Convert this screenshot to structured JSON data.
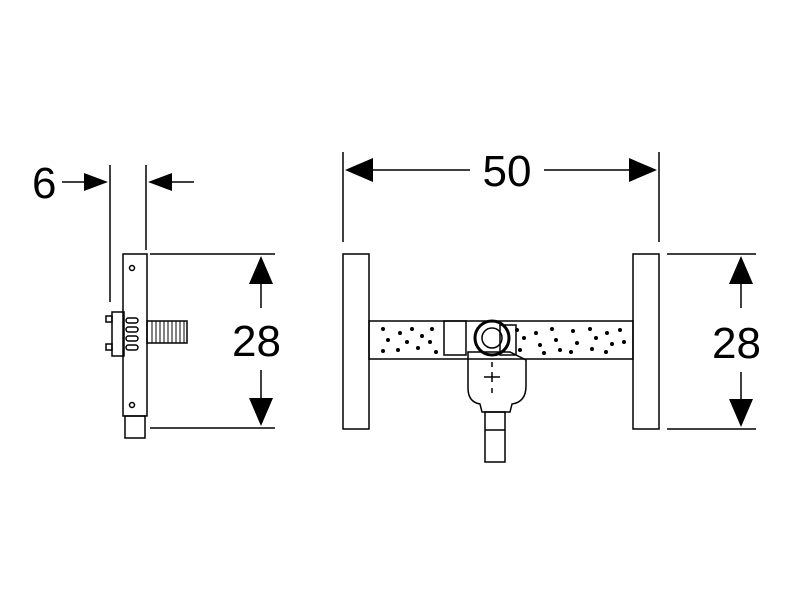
{
  "side_view": {
    "depth_label": "6",
    "height_label": "28"
  },
  "front_view": {
    "width_label": "50",
    "height_label": "28"
  },
  "colors": {
    "line": "#000000",
    "background": "#ffffff"
  }
}
